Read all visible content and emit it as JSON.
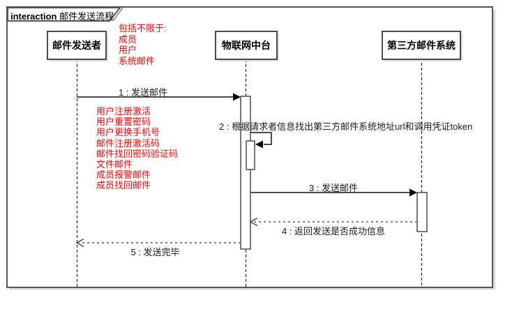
{
  "frame": {
    "keyword": "interaction",
    "title": "邮件发送流程"
  },
  "participants": [
    {
      "name": "邮件发送者"
    },
    {
      "name": "物联网中台"
    },
    {
      "name": "第三方邮件系统"
    }
  ],
  "top_note": {
    "lines": [
      "包括不限于:",
      "成员",
      "用户",
      "系统邮件"
    ]
  },
  "left_note": {
    "lines": [
      "用户注册激活",
      "用户重置密码",
      "用户更换手机号",
      "邮件注册激活码",
      "邮件找回密码验证码",
      "文件邮件",
      "成员报警邮件",
      "成员找回邮件"
    ]
  },
  "messages": [
    {
      "label": "1 : 发送邮件"
    },
    {
      "label": "2 : 根据请求者信息找出第三方邮件系统地址url和调用凭证token"
    },
    {
      "label": "3 : 发送邮件"
    },
    {
      "label": "4 : 返回发送是否成功信息"
    },
    {
      "label": "5 : 发送完毕"
    }
  ],
  "colors": {
    "note_text": "#ff0000",
    "arrow_line": "#4a4a4a",
    "return_line": "#808080",
    "frame_border": "#555555",
    "box_fill": "#ffffff",
    "shadow": "#dddddd",
    "background": "#ffffff"
  }
}
